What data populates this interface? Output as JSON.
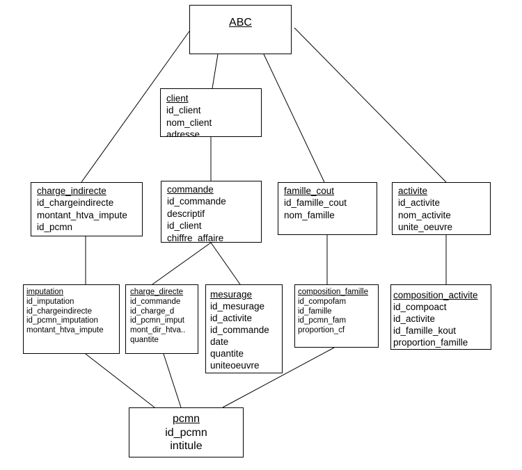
{
  "diagram": {
    "root": {
      "name": "ABC",
      "fields": []
    },
    "client": {
      "name": "client",
      "fields": [
        "id_client",
        "nom_client",
        "adresse"
      ]
    },
    "charge_indirecte": {
      "name": "charge_indirecte",
      "fields": [
        "id_chargeindirecte",
        "montant_htva_impute",
        "id_pcmn"
      ]
    },
    "commande": {
      "name": "commande",
      "fields": [
        "id_commande",
        "descriptif",
        "id_client",
        "chiffre_affaire"
      ]
    },
    "famille_cout": {
      "name": "famille_cout",
      "fields": [
        "id_famille_cout",
        "nom_famille"
      ]
    },
    "activite": {
      "name": "activite",
      "fields": [
        "id_activite",
        "nom_activite",
        "unite_oeuvre"
      ]
    },
    "imputation": {
      "name": "imputation",
      "fields": [
        "id_imputation",
        "id_chargeindirecte",
        "id_pcmn_imputation",
        "montant_htva_impute"
      ]
    },
    "charge_directe": {
      "name": "charge_directe",
      "fields": [
        "id_commande",
        "id_charge_d",
        "id_pcmn_imput",
        "mont_dir_htva..",
        "quantite"
      ]
    },
    "mesurage": {
      "name": "mesurage",
      "fields": [
        "id_mesurage",
        "id_activite",
        "id_commande",
        "date",
        "quantite",
        "uniteoeuvre"
      ]
    },
    "composition_famille": {
      "name": "composition_famille",
      "fields": [
        "id_compofam",
        "id_famille",
        "id_pcmn_fam",
        "proportion_cf"
      ]
    },
    "composition_activite": {
      "name": "composition_activite",
      "fields": [
        "id_compoact",
        "id_activite",
        "id_famille_kout",
        "proportion_famille"
      ]
    },
    "pcmn": {
      "name": "pcmn",
      "fields": [
        "id_pcmn",
        "intitule"
      ]
    }
  }
}
